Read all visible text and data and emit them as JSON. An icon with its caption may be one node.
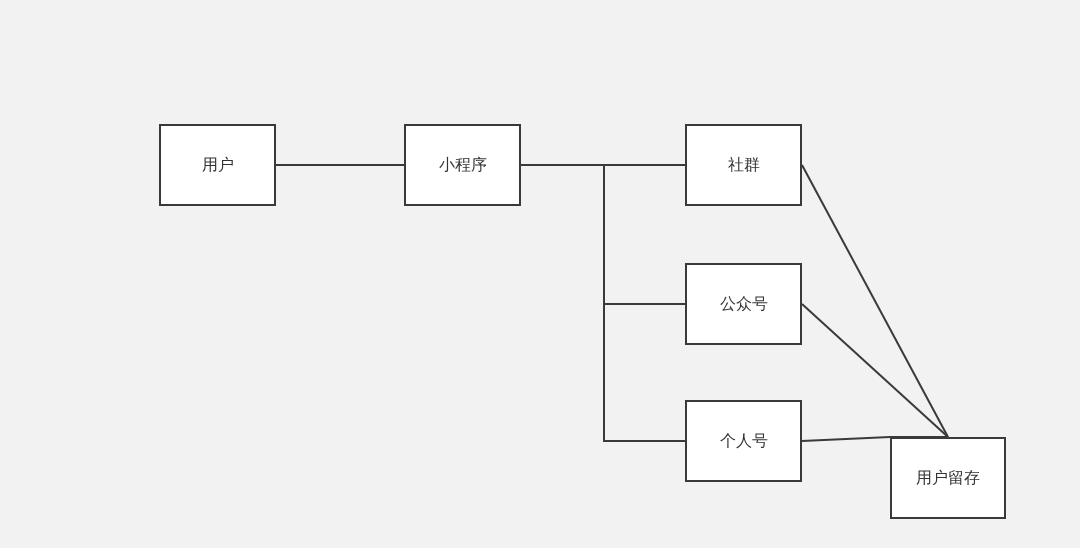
{
  "diagram": {
    "nodes": [
      {
        "text": [
          "用户"
        ]
      },
      {
        "text": [
          "小程序"
        ]
      },
      {
        "text": [
          "社群"
        ]
      },
      {
        "text": [
          "公众号"
        ]
      },
      {
        "text": [
          "个人号"
        ]
      },
      {
        "text": [
          "用户留存"
        ]
      }
    ],
    "edges": [
      {
        "from": 0,
        "to": 1,
        "arrow": "none"
      },
      {
        "from": 1,
        "to": 2,
        "arrow": "none"
      },
      {
        "from": 1,
        "to": 3,
        "arrow": "none"
      },
      {
        "from": 1,
        "to": 4,
        "arrow": "none"
      },
      {
        "from": 2,
        "to": 5,
        "arrow": "none"
      },
      {
        "from": 3,
        "to": 5,
        "arrow": "none"
      },
      {
        "from": 4,
        "to": 5,
        "arrow": "none"
      }
    ]
  }
}
